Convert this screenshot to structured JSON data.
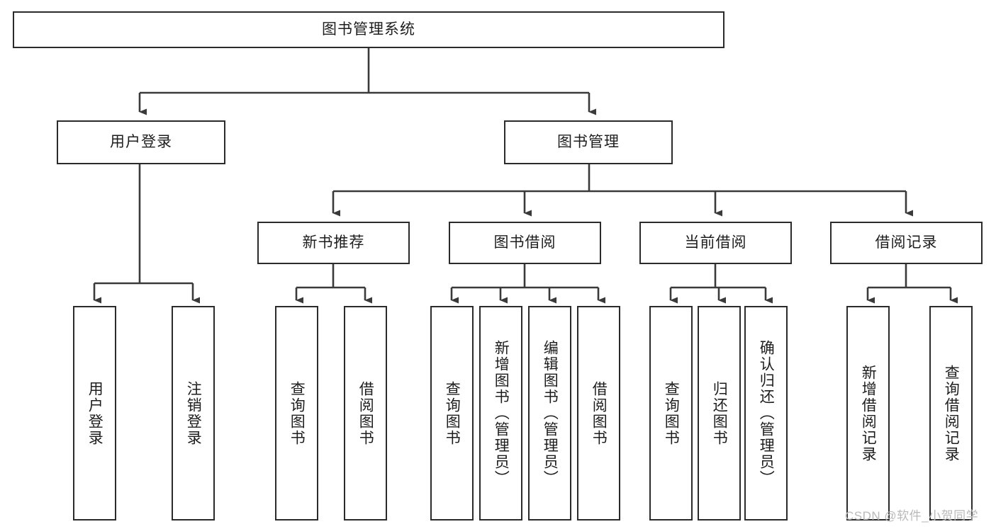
{
  "diagram": {
    "title": "图书管理系统",
    "type": "hierarchy-tree",
    "watermark": "CSDN @软件_小贺同学",
    "colors": {
      "box_border": "#2b2b2b",
      "box_fill": "#ffffff",
      "connector": "#3a3a3a",
      "text": "#1d1d1d",
      "watermark": "#b9b9b9"
    },
    "nodes": {
      "root": {
        "label": "图书管理系统"
      },
      "level2": [
        {
          "id": "user-login",
          "label": "用户登录"
        },
        {
          "id": "book-manage",
          "label": "图书管理"
        }
      ],
      "level3": [
        {
          "id": "new-book-recommend",
          "label": "新书推荐"
        },
        {
          "id": "book-borrow",
          "label": "图书借阅"
        },
        {
          "id": "current-borrow",
          "label": "当前借阅"
        },
        {
          "id": "borrow-record",
          "label": "借阅记录"
        }
      ],
      "leaves": {
        "user-login": [
          {
            "id": "leaf-user-login",
            "label": "用户登录"
          },
          {
            "id": "leaf-logout",
            "label": "注销登录"
          }
        ],
        "new-book-recommend": [
          {
            "id": "leaf-query-book-1",
            "label": "查询图书"
          },
          {
            "id": "leaf-borrow-book-1",
            "label": "借阅图书"
          }
        ],
        "book-borrow": [
          {
            "id": "leaf-query-book-2",
            "label": "查询图书"
          },
          {
            "id": "leaf-add-book",
            "label": "新增图书（管理员）"
          },
          {
            "id": "leaf-edit-book",
            "label": "编辑图书（管理员）"
          },
          {
            "id": "leaf-borrow-book-2",
            "label": "借阅图书"
          }
        ],
        "current-borrow": [
          {
            "id": "leaf-query-book-3",
            "label": "查询图书"
          },
          {
            "id": "leaf-return-book",
            "label": "归还图书"
          },
          {
            "id": "leaf-confirm-return",
            "label": "确认归还（管理员）"
          }
        ],
        "borrow-record": [
          {
            "id": "leaf-add-record",
            "label": "新增借阅记录"
          },
          {
            "id": "leaf-query-record",
            "label": "查询借阅记录"
          }
        ]
      }
    }
  }
}
